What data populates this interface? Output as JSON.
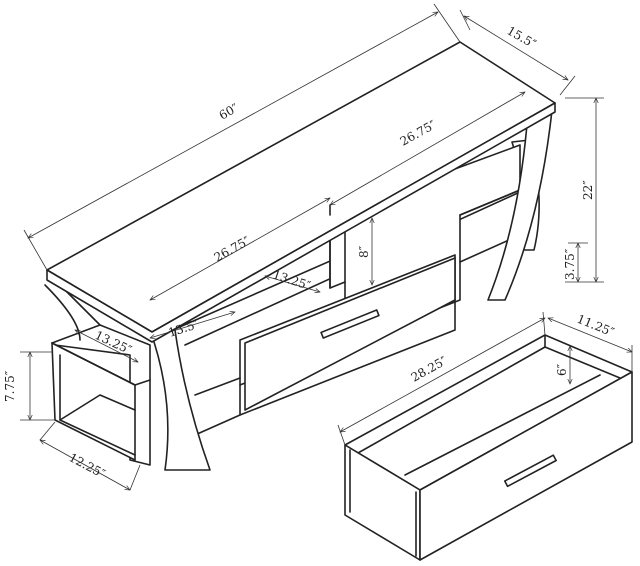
{
  "dimensions": {
    "width": "60″",
    "depth": "15.5″",
    "height": "22″",
    "leg_gap": "3.75″",
    "shelf_width_right": "26.75″",
    "shelf_width_left": "26.75″",
    "compartment_height": "8″",
    "compartment_depth": "13.25″",
    "side_shelf_width": "13.5″",
    "side_shelf_depth": "13.25″",
    "side_shelf_height": "7.75″",
    "side_shelf_front": "12.25″",
    "drawer_width": "28.25″",
    "drawer_depth": "11.25″",
    "drawer_height": "6″"
  },
  "colors": {
    "line": "#222222",
    "background": "#ffffff"
  }
}
